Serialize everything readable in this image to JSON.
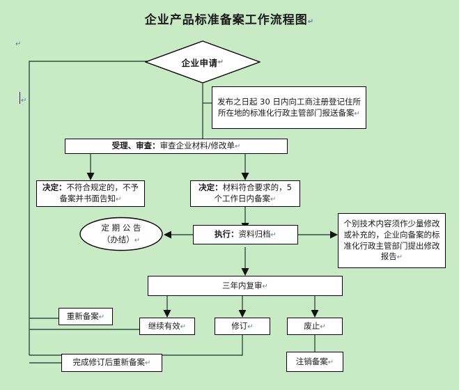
{
  "document": {
    "title": "企业产品标准备案工作流程图",
    "title_mark": "↵",
    "background_color": "#c8ebc5",
    "node_fill": "#ffffff",
    "line_color": "#2f4f3f"
  },
  "nodes": {
    "apply": {
      "name": "企业申请",
      "mark": "↵",
      "shape": "diamond"
    },
    "submit_note": {
      "text": "发布之日起 30 日内向工商注册登记住所所在地的标准化行政主管部门报送备案",
      "mark": "↵",
      "shape": "rect"
    },
    "accept_review": {
      "lead": "受理、审查：",
      "rest": "审查企业材料/修改单",
      "mark": "↵",
      "shape": "rect"
    },
    "decision_reject": {
      "lead": "决定：",
      "rest": "不符合规定的，不予备案并书面告知",
      "mark": "↵",
      "shape": "rect"
    },
    "decision_accept": {
      "lead": "决定：",
      "rest": "材料符合要求的，5 个工作日内备案",
      "mark": "↵",
      "shape": "rect"
    },
    "announce": {
      "line1": "定 期 公 告",
      "line2": "（办结）",
      "mark": "↵",
      "shape": "ellipse"
    },
    "execute": {
      "lead": "执行：",
      "rest": "资料归档",
      "mark": "↵",
      "shape": "rect"
    },
    "minor_change": {
      "text": "个别技术内容须作少量修改或补充的，企业向备案的标准化行政主管部门提出修改报告",
      "mark": "↵",
      "shape": "rect"
    },
    "review_three_years": {
      "text": "三年内复审",
      "mark": "↵",
      "shape": "rect"
    },
    "refile": {
      "text": "重新备案",
      "mark": "↵",
      "shape": "rect"
    },
    "keep_valid": {
      "text": "继续有效",
      "mark": "↵",
      "shape": "rect"
    },
    "revise": {
      "text": "修订",
      "mark": "↵",
      "shape": "rect"
    },
    "abolish": {
      "text": "废止",
      "mark": "↵",
      "shape": "rect"
    },
    "refile_after_revision": {
      "text": "完成修订后重新备案",
      "mark": "↵",
      "shape": "rect"
    },
    "cancel_filing": {
      "text": "注销备案",
      "mark": "↵",
      "shape": "rect"
    }
  },
  "artifacts": {
    "stray_mark": "↵",
    "caret_mark": "↵"
  }
}
